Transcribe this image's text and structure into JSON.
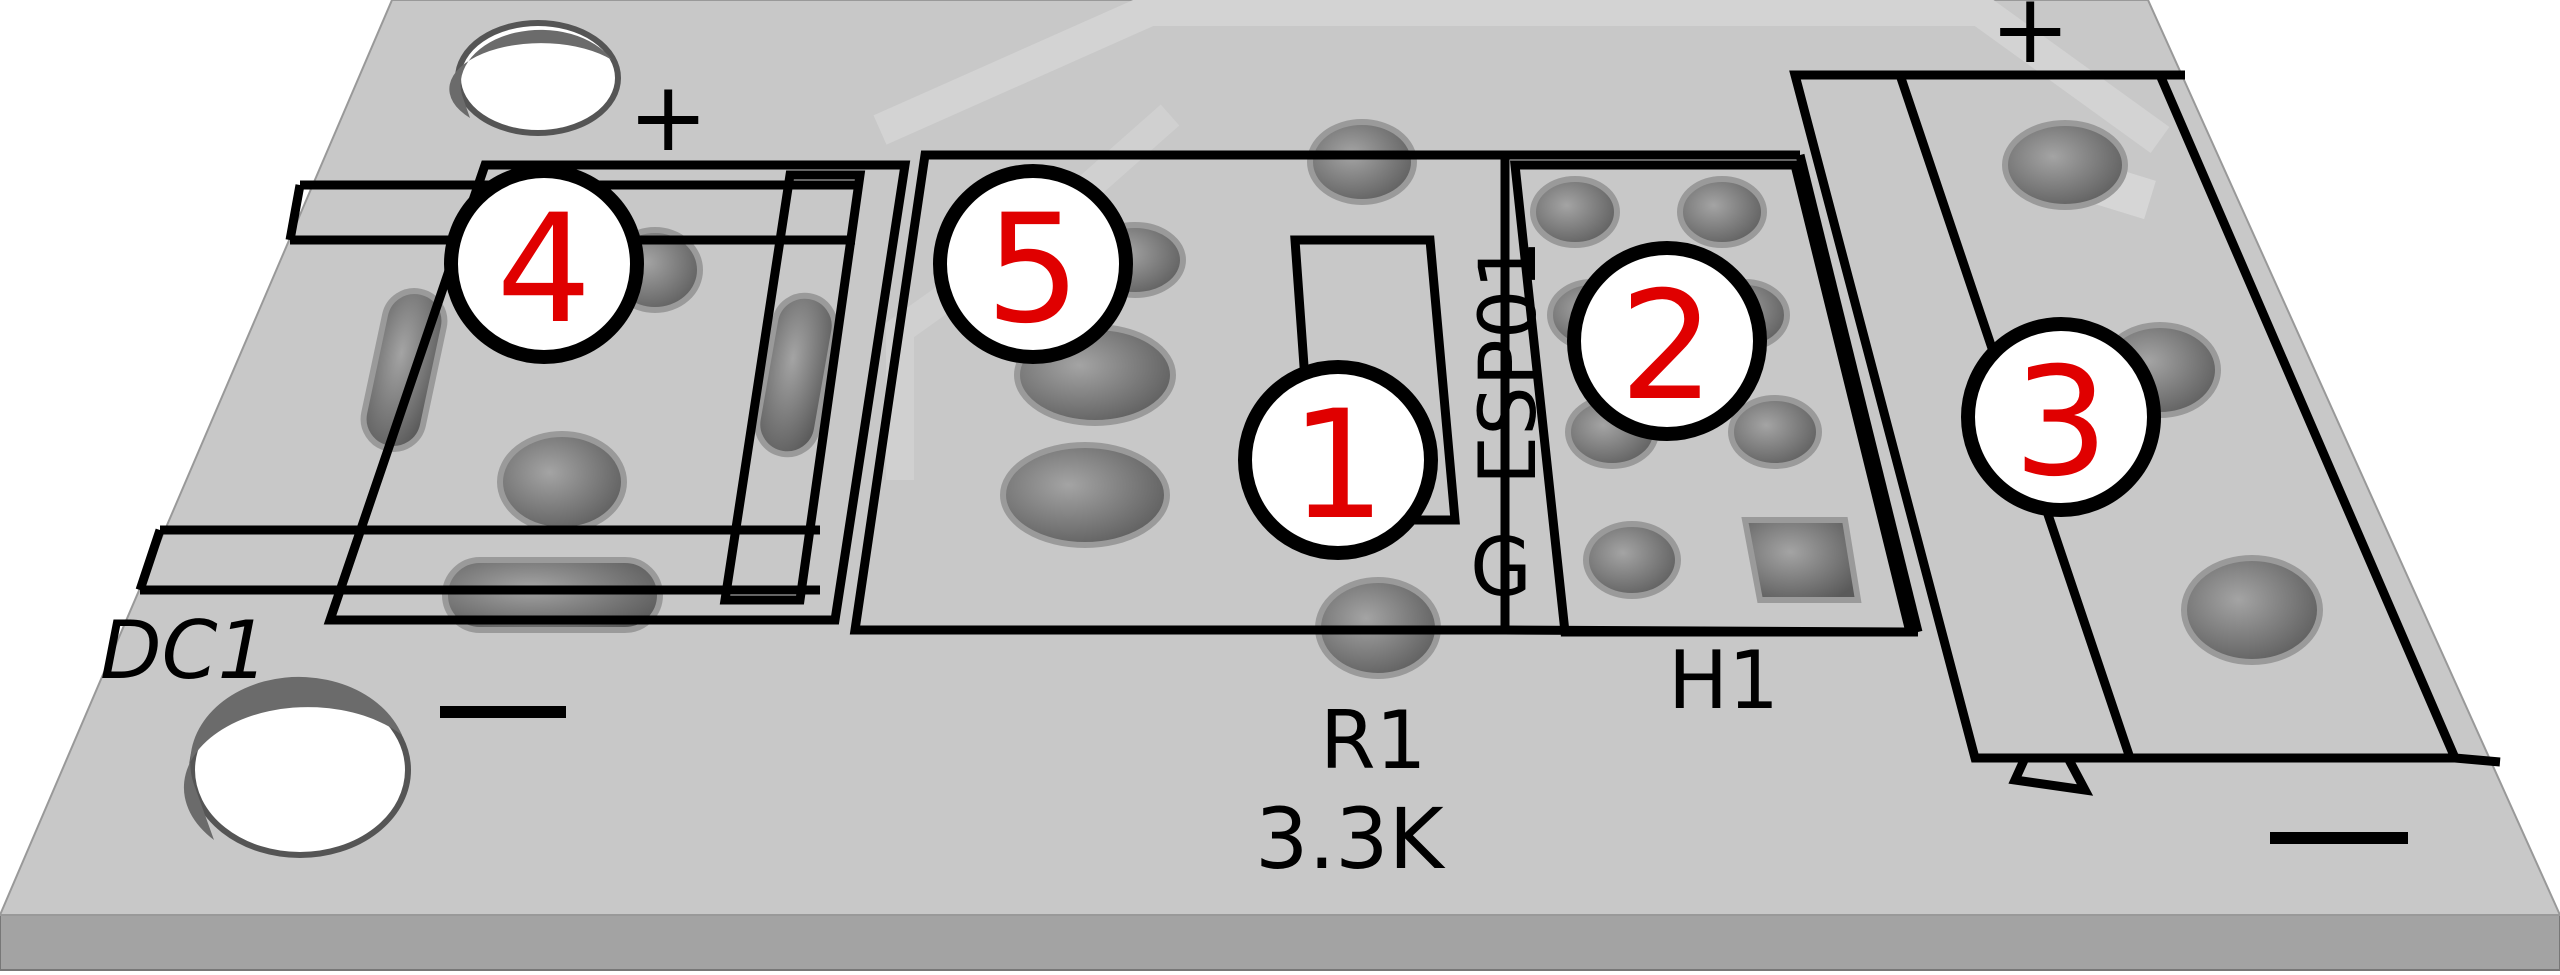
{
  "labels": {
    "dc1": "DC1",
    "esp01": "ESP01",
    "g": "G",
    "r1": "R1",
    "r1_value": "3.3K",
    "h1": "H1",
    "plus_left": "+",
    "plus_right": "+"
  },
  "badges": [
    {
      "number": "1"
    },
    {
      "number": "2"
    },
    {
      "number": "3"
    },
    {
      "number": "4"
    },
    {
      "number": "5"
    }
  ],
  "colors": {
    "board_top": "#c8c8c8",
    "board_side": "#a8a8a8",
    "badge_number": "#e00000",
    "silkscreen": "#000000"
  }
}
